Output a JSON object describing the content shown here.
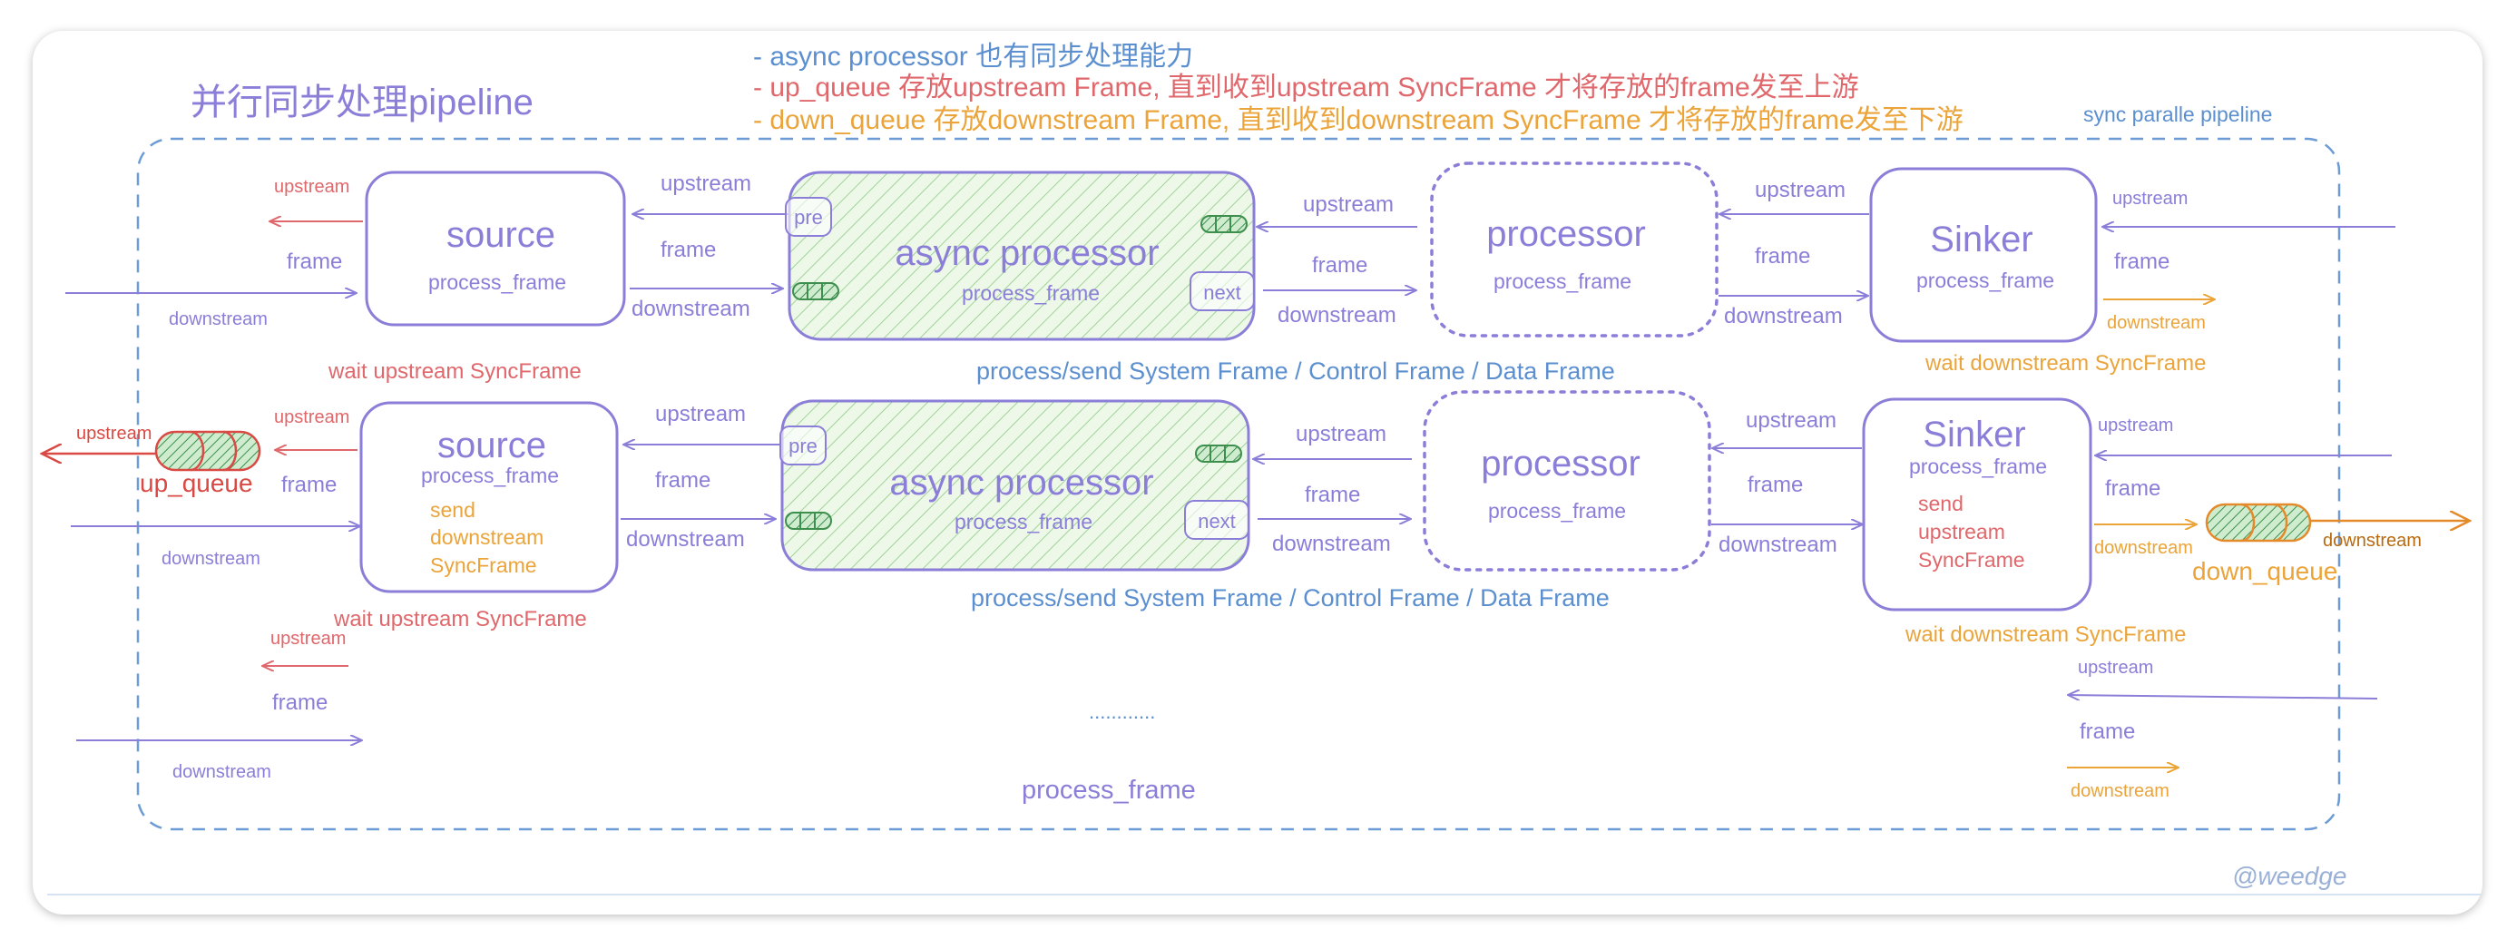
{
  "colors": {
    "purple": "#8b7ed8",
    "purple_dark": "#7a6cd0",
    "blue": "#5b8fcf",
    "red": "#e0676b",
    "orange": "#eba43a",
    "green": "#4a9a5a",
    "green_fill": "#e8f6e0",
    "dashed_border": "#6c9bd6"
  },
  "title": "并行同步处理pipeline",
  "notes": [
    "- async processor 也有同步处理能力",
    "- up_queue 存放upstream Frame, 直到收到upstream SyncFrame 才将存放的frame发至上游",
    "- down_queue 存放downstream Frame, 直到收到downstream SyncFrame 才将存放的frame发至下游"
  ],
  "pipeline_label": "sync paralle pipeline",
  "signature": "@weedge",
  "rows": [
    {
      "source": {
        "title": "source",
        "subtitle": "process_frame"
      },
      "async": {
        "title": "async processor",
        "subtitle": "process_frame",
        "pre": "pre",
        "next": "next"
      },
      "processor": {
        "title": "processor",
        "subtitle": "process_frame"
      },
      "sinker": {
        "title": "Sinker",
        "subtitle": "process_frame"
      },
      "labels": {
        "out_upstream": "upstream",
        "in_frame": "frame",
        "in_downstream": "downstream",
        "s_a_upstream": "upstream",
        "s_a_frame": "frame",
        "s_a_downstream": "downstream",
        "a_p_upstream": "upstream",
        "a_p_frame": "frame",
        "a_p_downstream": "downstream",
        "p_k_upstream": "upstream",
        "p_k_frame": "frame",
        "p_k_downstream": "downstream",
        "k_upstream": "upstream",
        "k_frame": "frame",
        "k_downstream": "downstream"
      },
      "wait_upstream": "wait upstream SyncFrame",
      "process_send": "process/send  System Frame / Control Frame / Data Frame",
      "wait_downstream": "wait downstream SyncFrame"
    },
    {
      "source": {
        "title": "source",
        "subtitle": "process_frame",
        "send": "send",
        "send_dir": "downstream",
        "send_frame": "SyncFrame"
      },
      "async": {
        "title": "async processor",
        "subtitle": "process_frame",
        "pre": "pre",
        "next": "next"
      },
      "processor": {
        "title": "processor",
        "subtitle": "process_frame"
      },
      "sinker": {
        "title": "Sinker",
        "subtitle": "process_frame",
        "send": "send",
        "send_dir": "upstream",
        "send_frame": "SyncFrame"
      },
      "labels": {
        "out_upstream": "upstream",
        "in_frame": "frame",
        "in_downstream": "downstream",
        "s_a_upstream": "upstream",
        "s_a_frame": "frame",
        "s_a_downstream": "downstream",
        "a_p_upstream": "upstream",
        "a_p_frame": "frame",
        "a_p_downstream": "downstream",
        "p_k_upstream": "upstream",
        "p_k_frame": "frame",
        "p_k_downstream": "downstream",
        "k_upstream": "upstream",
        "k_frame": "frame",
        "k_downstream": "downstream"
      },
      "up_queue": "up_queue",
      "up_queue_arrow": "upstream",
      "down_queue": "down_queue",
      "down_queue_arrow": "downstream",
      "wait_upstream": "wait upstream SyncFrame",
      "process_send": "process/send  System Frame / Control Frame / Data Frame",
      "wait_downstream": "wait downstream SyncFrame"
    }
  ],
  "bottom": {
    "left_upstream": "upstream",
    "left_frame": "frame",
    "left_downstream": "downstream",
    "ellipsis": "............",
    "process_frame": "process_frame",
    "right_upstream": "upstream",
    "right_frame": "frame",
    "right_downstream": "downstream"
  }
}
